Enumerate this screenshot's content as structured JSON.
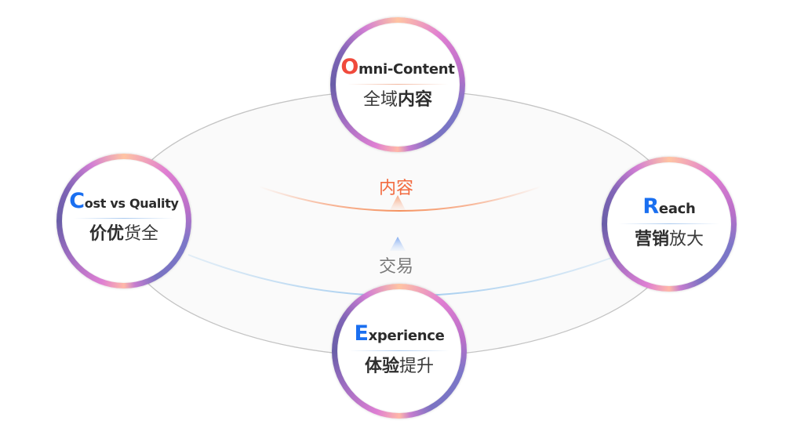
{
  "nodes": {
    "top": {
      "initial": "O",
      "rest": "mni-Content",
      "initial_color": "#f04a3c",
      "zh_normal": "全域",
      "zh_bold": "内容",
      "divider_color": "#f3b79e"
    },
    "left": {
      "initial": "C",
      "rest": "ost vs Quality",
      "initial_color": "#1a6ff0",
      "zh_bold": "价优",
      "zh_normal": "货全",
      "divider_color": "#a9c9ef"
    },
    "right": {
      "initial": "R",
      "rest": "each",
      "initial_color": "#1a6ff0",
      "zh_bold": "营销",
      "zh_normal": "放大",
      "divider_color": "#a9c9ef"
    },
    "bottom": {
      "initial": "E",
      "rest": "xperience",
      "initial_color": "#1a6ff0",
      "zh_bold": "体验",
      "zh_normal": "提升",
      "divider_color": "#a9c9ef"
    }
  },
  "labels": {
    "content": {
      "text": "内容",
      "color": "#f26a3f"
    },
    "trade": {
      "text": "交易",
      "color": "#7a7a7a"
    }
  },
  "colors": {
    "outer_ellipse": "#c4c4c4",
    "ellipse_fill": "#fafafa",
    "content_arc": "#f7a57f",
    "trade_arc": "#a9d0ef",
    "content_arrow": "#f6b08e",
    "trade_arrow": "#8fb6f2"
  }
}
